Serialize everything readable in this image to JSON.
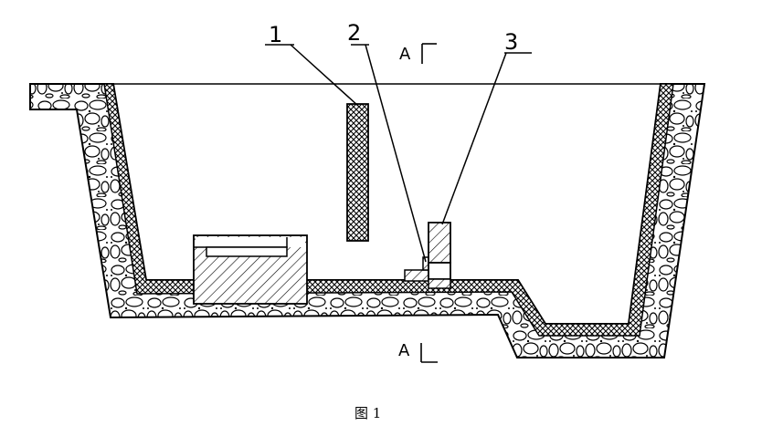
{
  "figure": {
    "labels": {
      "part_1": "1",
      "part_2": "2",
      "part_3": "3",
      "section_top": "A",
      "section_bottom": "A"
    },
    "caption": "图 1"
  }
}
